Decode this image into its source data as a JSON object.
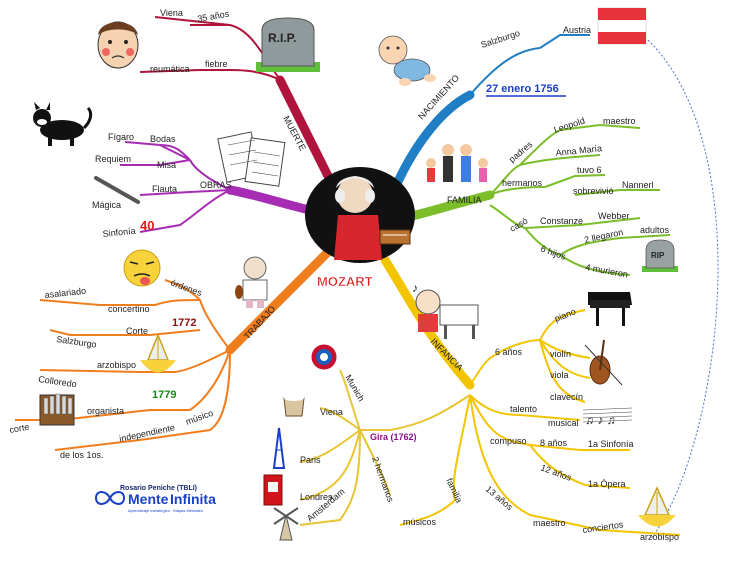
{
  "center": {
    "label": "MOZART"
  },
  "colors": {
    "muerte": "#b0143c",
    "nacimiento": "#1f7ec4",
    "familia": "#7cbd2a",
    "infancia": "#f2c500",
    "gira": "#e8c534",
    "trabajo": "#f07e1f",
    "obras": "#a52cb3",
    "red": "#e01b1b",
    "darkred": "#8b1010",
    "green": "#1a8a1a",
    "blue": "#1a3fc9",
    "purple": "#8b0f8b"
  },
  "muerte": {
    "label": "MUERTE",
    "viena": "Viena",
    "age": "35 años",
    "reumatica": "reumática",
    "fiebre": "fiebre",
    "rip": "R.I.P."
  },
  "nacimiento": {
    "label": "NACIMIENTO",
    "salzburgo": "Salzburgo",
    "austria": "Austria",
    "date": "27 enero 1756"
  },
  "familia": {
    "label": "FAMILIA",
    "padres": "padres",
    "leopold": "Leopold",
    "maestro": "maestro",
    "anna": "Anna María",
    "hermanos": "hermanos",
    "tuvo6": "tuvo 6",
    "sobrevivio": "sobrevivió",
    "nannerl": "Nannerl",
    "caso": "casó",
    "constanze": "Constanze",
    "webber": "Webber",
    "hijos": "6 hijos",
    "llegaron": "2 llegaron",
    "adultos": "adultos",
    "murieron": "4 murieron",
    "rip": "RIP"
  },
  "obras": {
    "label": "OBRAS",
    "figaro": "Fígaro",
    "bodas": "Bodas",
    "requiem": "Requiem",
    "misa": "Misa",
    "flauta": "Flauta",
    "magica": "Mágica",
    "sinfonia": "Sinfonía",
    "num": "40"
  },
  "trabajo": {
    "label": "TRABAJO",
    "ordenes": "órdenes",
    "asalariado": "asalariado",
    "concertino": "concertino",
    "salzburgo": "Salzburgo",
    "corte": "Corte",
    "y1772": "1772",
    "colloredo": "Colloredo",
    "arzobispo": "arzobispo",
    "y1779": "1779",
    "organista": "organista",
    "corte2": "corte",
    "musico": "músico",
    "independiente": "independiente",
    "primeros": "de los 1os."
  },
  "gira": {
    "label": "Gira (1762)",
    "munich": "Munich",
    "viena": "Viena",
    "paris": "Paris",
    "londres": "Londres",
    "amsterdam": "Amsterdam",
    "hermanos": "2 hermanos"
  },
  "infancia": {
    "label": "INFANCIA",
    "anos6": "6 años",
    "piano": "piano",
    "violin": "violín",
    "viola": "viola",
    "clavecin": "clavecín",
    "talento": "talento",
    "musical": "musical",
    "compuso": "compuso",
    "anos8": "8 años",
    "sinfonia1": "1a Sinfonía",
    "anos12": "12 años",
    "opera1": "1a Ópera",
    "anos13": "13 años",
    "maestro": "maestro",
    "conciertos": "conciertos",
    "arzobispo": "arzobispo",
    "familia": "familia",
    "musicos": "músicos"
  },
  "credit": {
    "author": "Rosario Peniche (TBLI)",
    "brand1": "Mente",
    "brand2": "Infinita",
    "tagline": "Aprendizaje estratégico · Mapas Mentales"
  }
}
